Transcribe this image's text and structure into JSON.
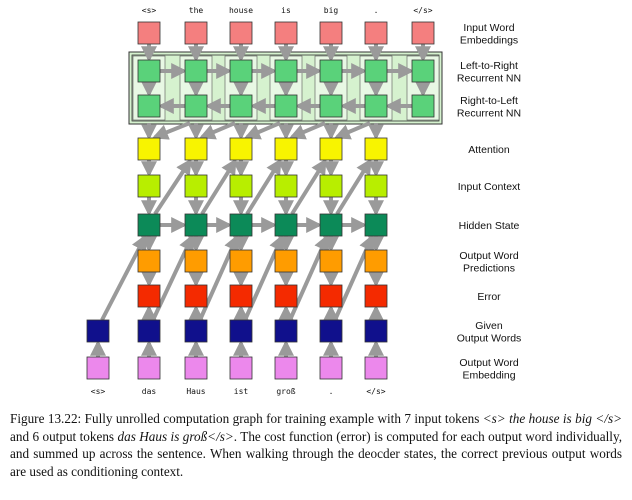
{
  "input_tokens": [
    "<s>",
    "the",
    "house",
    "is",
    "big",
    ".",
    "</s>"
  ],
  "output_tokens": [
    "<s>",
    "das",
    "Haus",
    "ist",
    "groß",
    ".",
    "</s>"
  ],
  "layers": {
    "input_word_embeddings": {
      "label": [
        "Input Word",
        "Embeddings"
      ],
      "color": "#f47f7f"
    },
    "left_to_right_rnn": {
      "label": [
        "Left-to-Right",
        "Recurrent NN"
      ],
      "color": "#5ad27a"
    },
    "right_to_left_rnn": {
      "label": [
        "Right-to-Left",
        "Recurrent NN"
      ],
      "color": "#5ad27a"
    },
    "attention": {
      "label": [
        "Attention"
      ],
      "color": "#f8f400"
    },
    "input_context": {
      "label": [
        "Input Context"
      ],
      "color": "#b8ee00"
    },
    "hidden_state": {
      "label": [
        "Hidden State"
      ],
      "color": "#0c8a58"
    },
    "output_word_predictions": {
      "label": [
        "Output Word",
        "Predictions"
      ],
      "color": "#ff9c00"
    },
    "error": {
      "label": [
        "Error"
      ],
      "color": "#f42a00"
    },
    "given_output_words": {
      "label": [
        "Given",
        "Output Words"
      ],
      "color": "#10108c"
    },
    "output_word_embedding": {
      "label": [
        "Output Word",
        "Embedding"
      ],
      "color": "#ec88ec"
    }
  },
  "encoder_box_color": "#d6f2cf",
  "arrow_color": "#9a9a9a",
  "caption": {
    "figure": "Figure 13.22:",
    "t1": " Fully unrolled computation graph for training example with 7 input tokens ",
    "i1": "<s> the house is big </s>",
    "t2": " and 6 output tokens ",
    "i2": "das Haus is groß</s>",
    "t3": ". The cost function (error) is computed for each output word individually, and summed up across the sentence. When walking through the deocder states, the correct previous output words are used as conditioning context."
  }
}
